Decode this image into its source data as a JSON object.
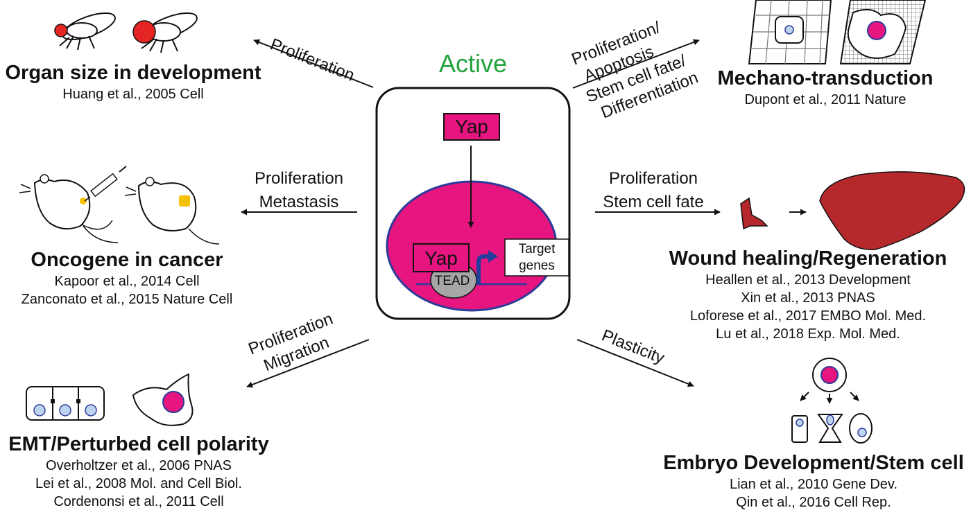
{
  "center": {
    "state_label": "Active",
    "yap_top": "Yap",
    "yap_nucleus": "Yap",
    "tead": "TEAD",
    "target_line1": "Target",
    "target_line2": "genes"
  },
  "arrows": {
    "organ": [
      "Proliferation"
    ],
    "mechano": [
      "Proliferation/",
      "Apoptosis",
      "Stem cell fate/",
      "Differentiation"
    ],
    "cancer": [
      "Proliferation",
      "Metastasis"
    ],
    "wound": [
      "Proliferation",
      "Stem cell fate"
    ],
    "emt": [
      "Proliferation",
      "Migration"
    ],
    "embryo": [
      "Plasticity"
    ]
  },
  "outcomes": {
    "organ": {
      "title": "Organ size in development",
      "refs": [
        "Huang et al., 2005 Cell"
      ]
    },
    "mechano": {
      "title": "Mechano-transduction",
      "refs": [
        "Dupont et al., 2011 Nature"
      ]
    },
    "cancer": {
      "title": "Oncogene in cancer",
      "refs": [
        "Kapoor et al., 2014 Cell",
        "Zanconato et al., 2015 Nature Cell"
      ]
    },
    "wound": {
      "title": "Wound healing/Regeneration",
      "refs": [
        "Heallen et al., 2013 Development",
        "Xin et al., 2013 PNAS",
        "Loforese et al., 2017 EMBO Mol. Med.",
        "Lu et al., 2018 Exp. Mol. Med."
      ]
    },
    "emt": {
      "title": "EMT/Perturbed cell polarity",
      "refs": [
        "Overholtzer et al., 2006 PNAS",
        "Lei et al., 2008 Mol. and Cell Biol.",
        "Cordenonsi et al., 2011 Cell"
      ]
    },
    "embryo": {
      "title": "Embryo Development/Stem cell",
      "refs": [
        "Lian et al., 2010 Gene Dev.",
        "Qin et al., 2016 Cell Rep."
      ]
    }
  },
  "icons": {
    "flies": "fruit-fly-icon",
    "mice": "mouse-icon",
    "liver": "liver-icon",
    "cells": "cell-icon",
    "grid": "matrix-grid-icon",
    "syringe": "syringe-icon"
  },
  "colors": {
    "magenta": "#e6157f",
    "nucleus_blue": "#2d3a9a",
    "active_green": "#22a33c",
    "liver_red": "#b5282b",
    "arrow_blue": "#1f3f9a",
    "light_blue": "#bcd4ef",
    "eye_red": "#e52524"
  }
}
